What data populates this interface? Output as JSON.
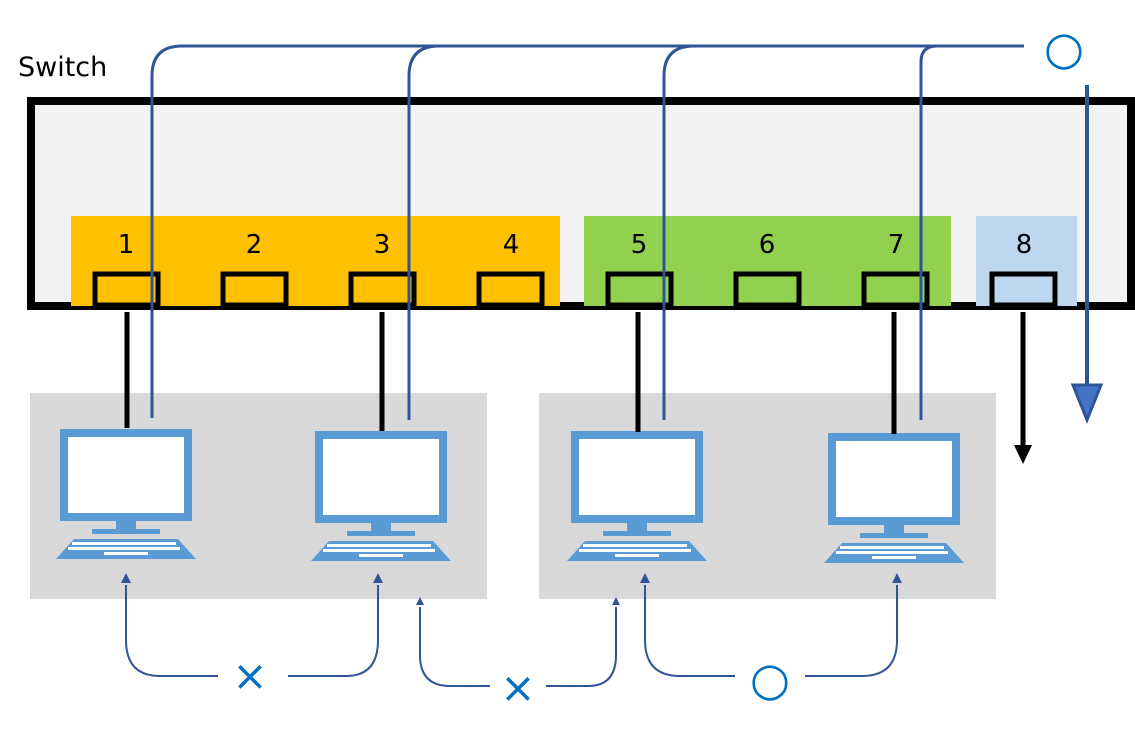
{
  "title": "Switch",
  "ports": [
    {
      "number": "1",
      "group": "A"
    },
    {
      "number": "2",
      "group": "A"
    },
    {
      "number": "3",
      "group": "A"
    },
    {
      "number": "4",
      "group": "A"
    },
    {
      "number": "5",
      "group": "B"
    },
    {
      "number": "6",
      "group": "B"
    },
    {
      "number": "7",
      "group": "B"
    },
    {
      "number": "8",
      "group": "C"
    }
  ],
  "groups": {
    "A": {
      "color": "#FFC000"
    },
    "B": {
      "color": "#92D050"
    },
    "C": {
      "color": "#BDD7EE"
    }
  },
  "marks": {
    "top": "○",
    "blocked_left": "×",
    "blocked_middle": "×",
    "allowed_right": "○"
  },
  "colors": {
    "line_blue": "#2F5597",
    "mark_blue": "#0070C0",
    "switch_fill": "#F2F2F2",
    "group_box": "#D9D9D9",
    "pc_blue": "#5B9BD5"
  },
  "icons": {
    "pc": "desktop-computer-icon",
    "arrow": "arrow-icon"
  }
}
